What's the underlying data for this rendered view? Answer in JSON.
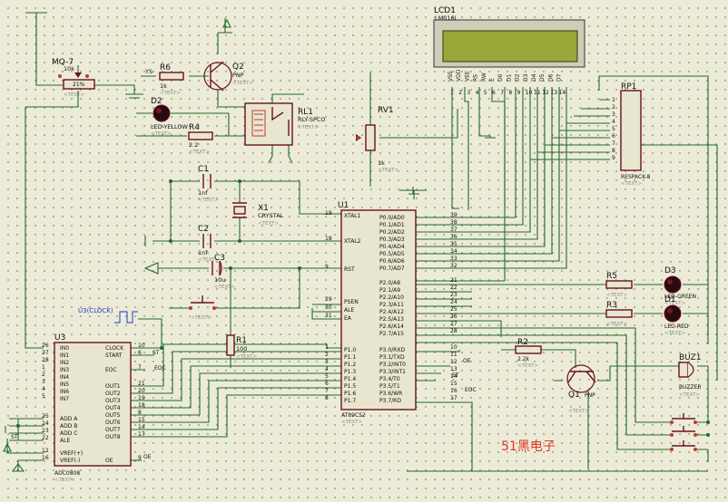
{
  "lcd": {
    "ref": "LCD1",
    "model": "LM016L",
    "pins": [
      "VSS",
      "VDD",
      "VEE",
      "RS",
      "RW",
      "E",
      "D0",
      "D1",
      "D2",
      "D3",
      "D4",
      "D5",
      "D6",
      "D7"
    ],
    "nums": [
      "1",
      "2",
      "3",
      "4",
      "5",
      "6",
      "7",
      "8",
      "9",
      "10",
      "11",
      "12",
      "13",
      "14"
    ]
  },
  "mq7": {
    "ref": "MQ-7",
    "value": "10k",
    "pct": "21%",
    "text": "<TEXT>"
  },
  "r6": {
    "ref": "R6",
    "value": "1k"
  },
  "q2": {
    "ref": "Q2",
    "type": "PNP"
  },
  "d2": {
    "ref": "D2",
    "type": "LED-YELLOW"
  },
  "r4": {
    "ref": "R4",
    "value": "2.2"
  },
  "rl1": {
    "ref": "RL1",
    "type": "RLY-SPCO"
  },
  "rv1": {
    "ref": "RV1",
    "value": "1k"
  },
  "rp1": {
    "ref": "RP1",
    "type": "RESPACK-8",
    "pins": [
      "1",
      "2",
      "3",
      "4",
      "5",
      "6",
      "7",
      "8",
      "9"
    ]
  },
  "c1": {
    "ref": "C1",
    "value": "1nf"
  },
  "c2": {
    "ref": "C2",
    "value": "1nf"
  },
  "c3": {
    "ref": "C3",
    "value": "10u"
  },
  "x1": {
    "ref": "X1",
    "type": "CRYSTAL"
  },
  "r1": {
    "ref": "R1",
    "value": "100"
  },
  "u1": {
    "ref": "U1",
    "type": "AT89C52",
    "left_pins": [
      {
        "num": "19",
        "name": "XTAL1"
      },
      {
        "num": "18",
        "name": "XTAL2"
      },
      {
        "num": "9",
        "name": "RST"
      },
      {
        "num": "29",
        "name": "PSEN"
      },
      {
        "num": "30",
        "name": "ALE"
      },
      {
        "num": "31",
        "name": "EA"
      },
      {
        "num": "1",
        "name": "P1.0"
      },
      {
        "num": "2",
        "name": "P1.1"
      },
      {
        "num": "3",
        "name": "P1.2"
      },
      {
        "num": "4",
        "name": "P1.3"
      },
      {
        "num": "5",
        "name": "P1.4"
      },
      {
        "num": "6",
        "name": "P1.5"
      },
      {
        "num": "7",
        "name": "P1.6"
      },
      {
        "num": "8",
        "name": "P1.7"
      }
    ],
    "right_pins": [
      {
        "num": "39",
        "name": "P0.0/AD0"
      },
      {
        "num": "38",
        "name": "P0.1/AD1"
      },
      {
        "num": "37",
        "name": "P0.2/AD2"
      },
      {
        "num": "36",
        "name": "P0.3/AD3"
      },
      {
        "num": "35",
        "name": "P0.4/AD4"
      },
      {
        "num": "34",
        "name": "P0.5/AD5"
      },
      {
        "num": "33",
        "name": "P0.6/AD6"
      },
      {
        "num": "32",
        "name": "P0.7/AD7"
      },
      {
        "num": "21",
        "name": "P2.0/A8"
      },
      {
        "num": "22",
        "name": "P2.1/A9"
      },
      {
        "num": "23",
        "name": "P2.2/A10"
      },
      {
        "num": "24",
        "name": "P2.3/A11"
      },
      {
        "num": "25",
        "name": "P2.4/A12"
      },
      {
        "num": "26",
        "name": "P2.5/A13"
      },
      {
        "num": "27",
        "name": "P2.6/A14"
      },
      {
        "num": "28",
        "name": "P2.7/A15"
      },
      {
        "num": "10",
        "name": "P3.0/RXD"
      },
      {
        "num": "11",
        "name": "P3.1/TXD"
      },
      {
        "num": "12",
        "name": "P3.2/INT0"
      },
      {
        "num": "13",
        "name": "P3.3/INT1"
      },
      {
        "num": "14",
        "name": "P3.4/T0"
      },
      {
        "num": "15",
        "name": "P3.5/T1"
      },
      {
        "num": "16",
        "name": "P3.6/WR"
      },
      {
        "num": "17",
        "name": "P3.7/RD"
      }
    ]
  },
  "u3": {
    "ref": "U3",
    "type": "ADC0808",
    "left_pins": [
      {
        "num": "26",
        "name": "IN0"
      },
      {
        "num": "27",
        "name": "IN1"
      },
      {
        "num": "28",
        "name": "IN2"
      },
      {
        "num": "1",
        "name": "IN3"
      },
      {
        "num": "2",
        "name": "IN4"
      },
      {
        "num": "3",
        "name": "IN5"
      },
      {
        "num": "4",
        "name": "IN6"
      },
      {
        "num": "5",
        "name": "IN7"
      },
      {
        "num": "25",
        "name": "ADD A"
      },
      {
        "num": "24",
        "name": "ADD B"
      },
      {
        "num": "23",
        "name": "ADD C"
      },
      {
        "num": "22",
        "name": "ALE"
      },
      {
        "num": "12",
        "name": "VREF(+)"
      },
      {
        "num": "16",
        "name": "VREF(-)"
      }
    ],
    "right_pins": [
      {
        "num": "10",
        "name": "CLOCK"
      },
      {
        "num": "6",
        "name": "START"
      },
      {
        "num": "7",
        "name": "EOC"
      },
      {
        "num": "21",
        "name": "OUT1"
      },
      {
        "num": "20",
        "name": "OUT2"
      },
      {
        "num": "19",
        "name": "OUT3"
      },
      {
        "num": "18",
        "name": "OUT4"
      },
      {
        "num": "8",
        "name": "OUT5"
      },
      {
        "num": "15",
        "name": "OUT6"
      },
      {
        "num": "14",
        "name": "OUT7"
      },
      {
        "num": "17",
        "name": "OUT8"
      },
      {
        "num": "9",
        "name": "OE"
      }
    ]
  },
  "labels": {
    "clock": "U3(CLOCK)",
    "st": "ST",
    "eoc": "EOC",
    "st_low": "ST",
    "oe": "OE",
    "oe_u1": "OE",
    "st_u1": "ST",
    "eoc_u1": "EOC",
    "ys": "YS",
    "txt": "<TEXT>"
  },
  "r5": {
    "ref": "R5"
  },
  "r3": {
    "ref": "R3"
  },
  "d3": {
    "ref": "D3",
    "type": "LED-GREEN"
  },
  "d1": {
    "ref": "D1",
    "type": "LED-RED"
  },
  "r2": {
    "ref": "R2",
    "value": "2.2k"
  },
  "q1": {
    "ref": "Q1",
    "type": "PNP"
  },
  "buz": {
    "ref": "BUZ1",
    "type": "BUZZER"
  },
  "watermark": "51黑电子"
}
